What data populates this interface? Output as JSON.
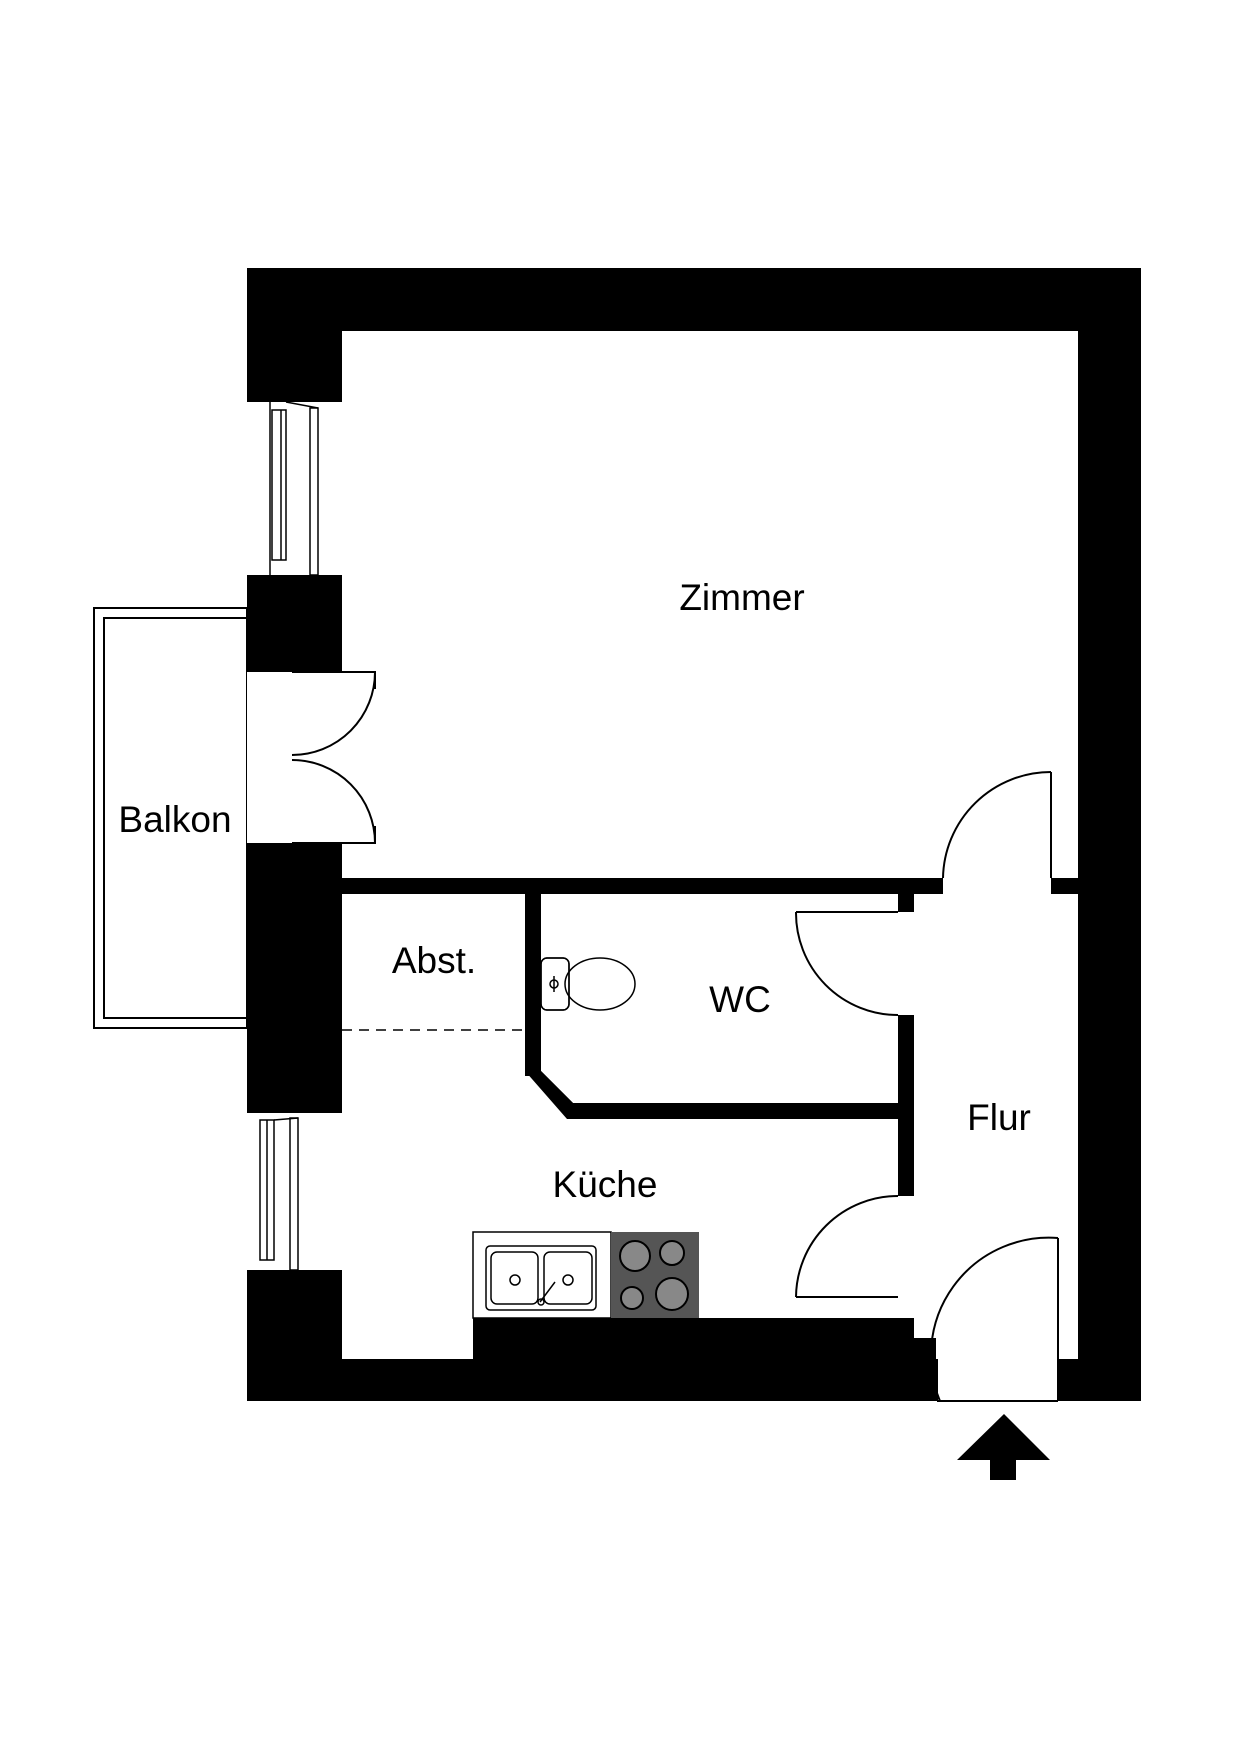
{
  "rooms": {
    "zimmer": "Zimmer",
    "balkon": "Balkon",
    "abstellraum": "Abst.",
    "wc": "WC",
    "flur": "Flur",
    "kueche": "Küche"
  },
  "colors": {
    "wall": "#000000",
    "background": "#ffffff",
    "stove": "#555555",
    "burner": "#888888"
  },
  "icons": {
    "entrance": "up-arrow-icon",
    "toilet": "toilet-icon",
    "sink": "double-sink-icon",
    "stove": "cooktop-icon"
  }
}
